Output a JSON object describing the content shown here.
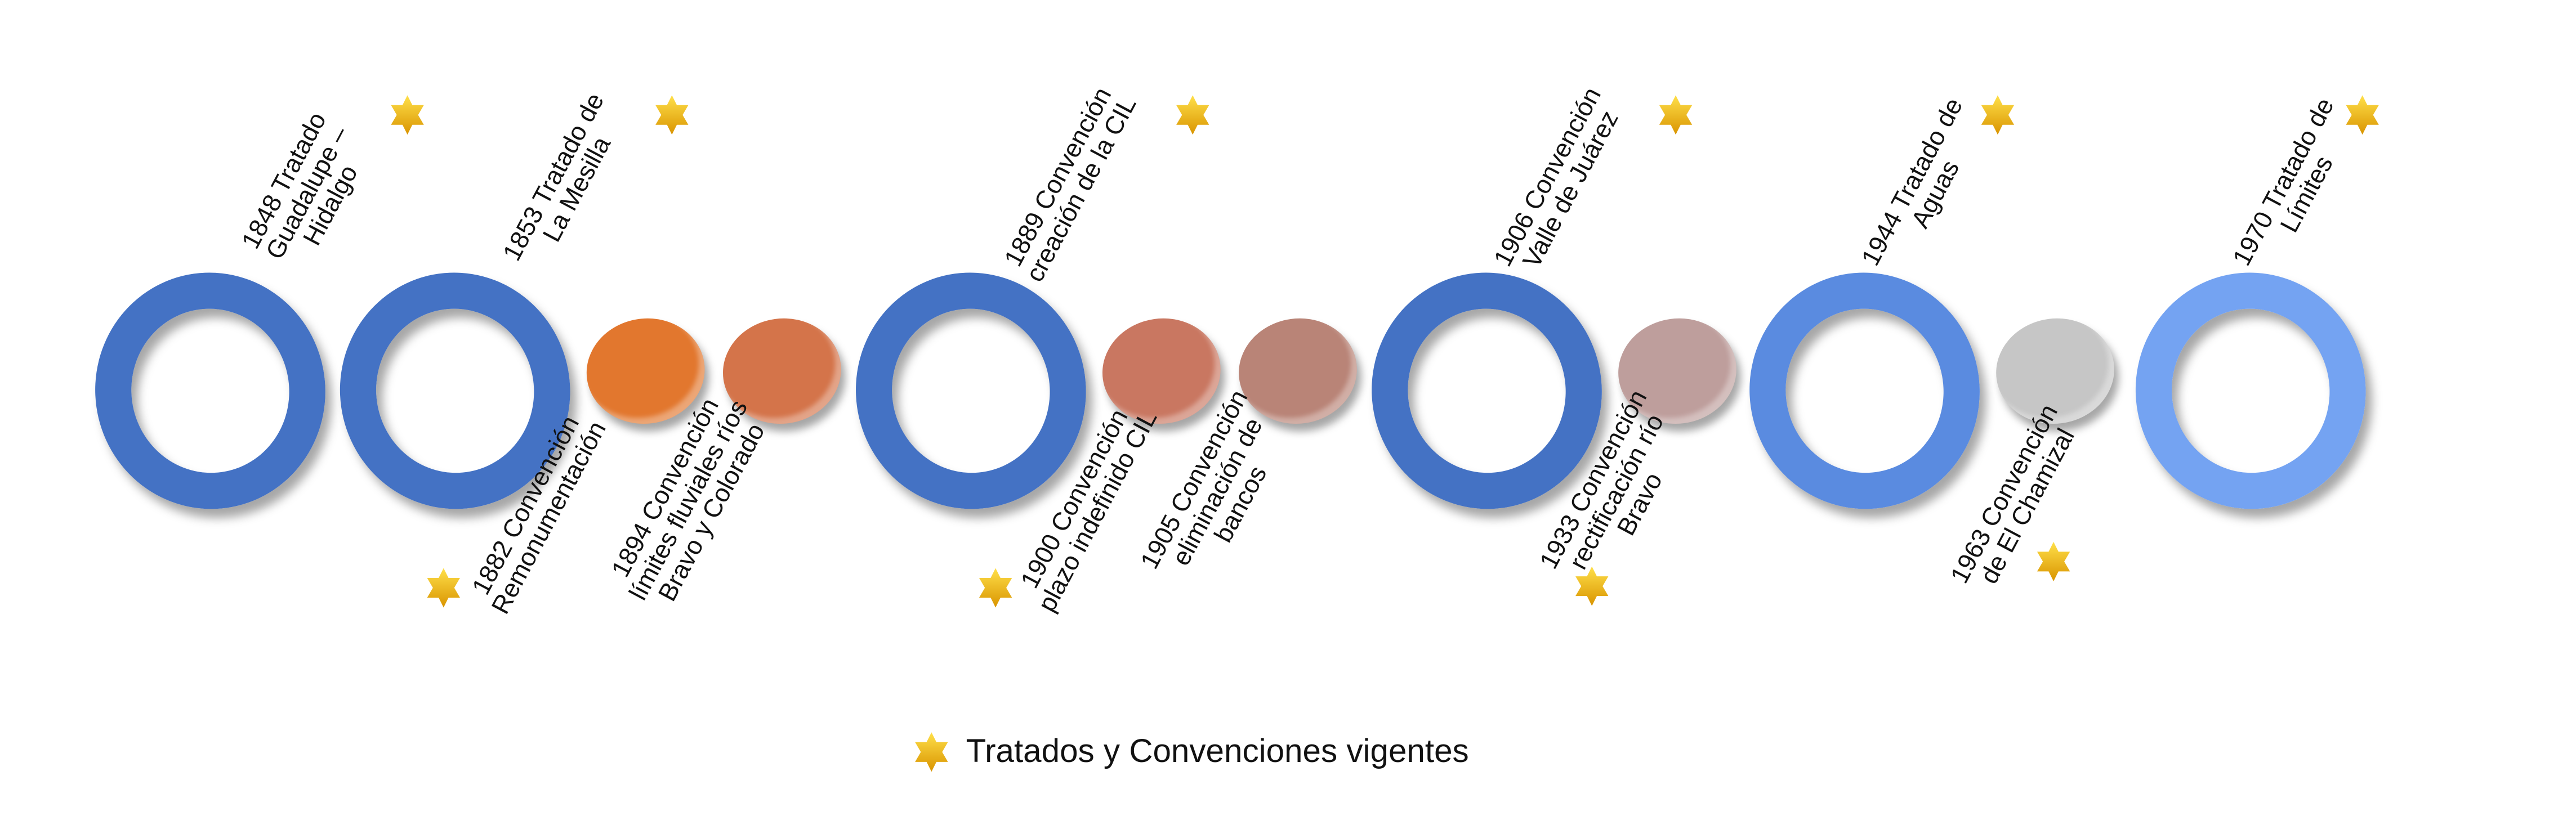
{
  "colors": {
    "ring": "#4472C4",
    "ring_light": "#5A8BE0",
    "ring_lighter": "#74A3F2",
    "star": "#F2B705"
  },
  "treaties": [
    {
      "label": "1848 Tratado\nGuadalupe –\nHidalgo",
      "in_force": true
    },
    {
      "label": "1853 Tratado de\nLa Mesilla",
      "in_force": true
    },
    {
      "label": "1889 Convención\ncreación de la CIL",
      "in_force": true
    },
    {
      "label": "1906 Convención\nValle de Juárez",
      "in_force": true
    },
    {
      "label": "1944 Tratado de\nAguas",
      "in_force": true
    },
    {
      "label": "1970 Tratado de\nLímites",
      "in_force": true
    }
  ],
  "conventions": [
    {
      "label": "1882 Convención\nRemonumentación",
      "in_force": true,
      "color": "#E2772E"
    },
    {
      "label": "1894 Convención\nlímites fluviales ríos\nBravo y Colorado",
      "in_force": false,
      "color": "#D4744A"
    },
    {
      "label": "1900 Convención\nplazo indefinido CIL",
      "in_force": true,
      "color": "#C97761"
    },
    {
      "label": "1905 Convención\neliminación de\nbancos",
      "in_force": false,
      "color": "#B98477"
    },
    {
      "label": "1933 Convención\nrectificación río\nBravo",
      "in_force": true,
      "color": "#BE9E9C"
    },
    {
      "label": "1963 Convención\nde El Chamizal",
      "in_force": true,
      "color": "#C6C6C6"
    }
  ],
  "legend": {
    "label": "Tratados y Convenciones vigentes"
  }
}
